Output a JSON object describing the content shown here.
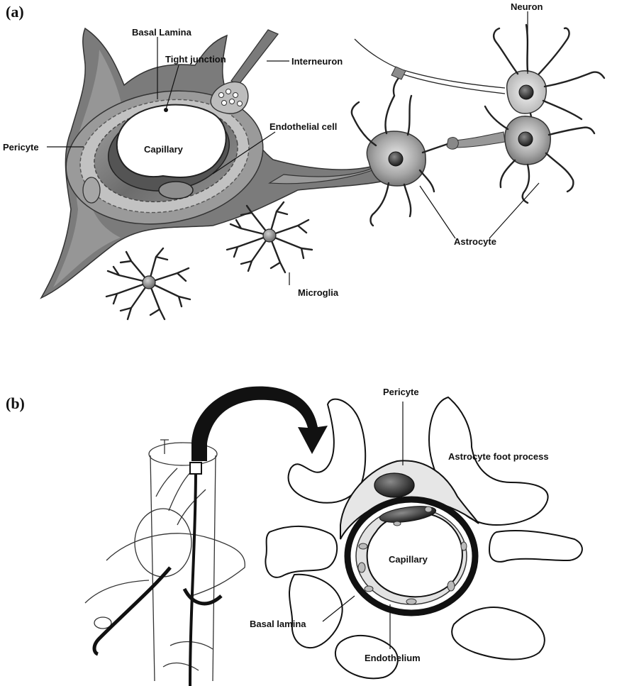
{
  "panel_a": {
    "tag": "(a)",
    "labels": {
      "basal_lamina": "Basal Lamina",
      "tight_junction": "Tight junction",
      "interneuron": "Interneuron",
      "neuron": "Neuron",
      "endothelial_cell": "Endothelial cell",
      "pericyte": "Pericyte",
      "capillary": "Capillary",
      "astrocyte": "Astrocyte",
      "microglia": "Microglia"
    }
  },
  "panel_b": {
    "tag": "(b)",
    "labels": {
      "pericyte": "Pericyte",
      "astrocyte_foot_process": "Astrocyte foot process",
      "capillary": "Capillary",
      "basal_lamina": "Basal lamina",
      "endothelium": "Endothelium"
    }
  }
}
